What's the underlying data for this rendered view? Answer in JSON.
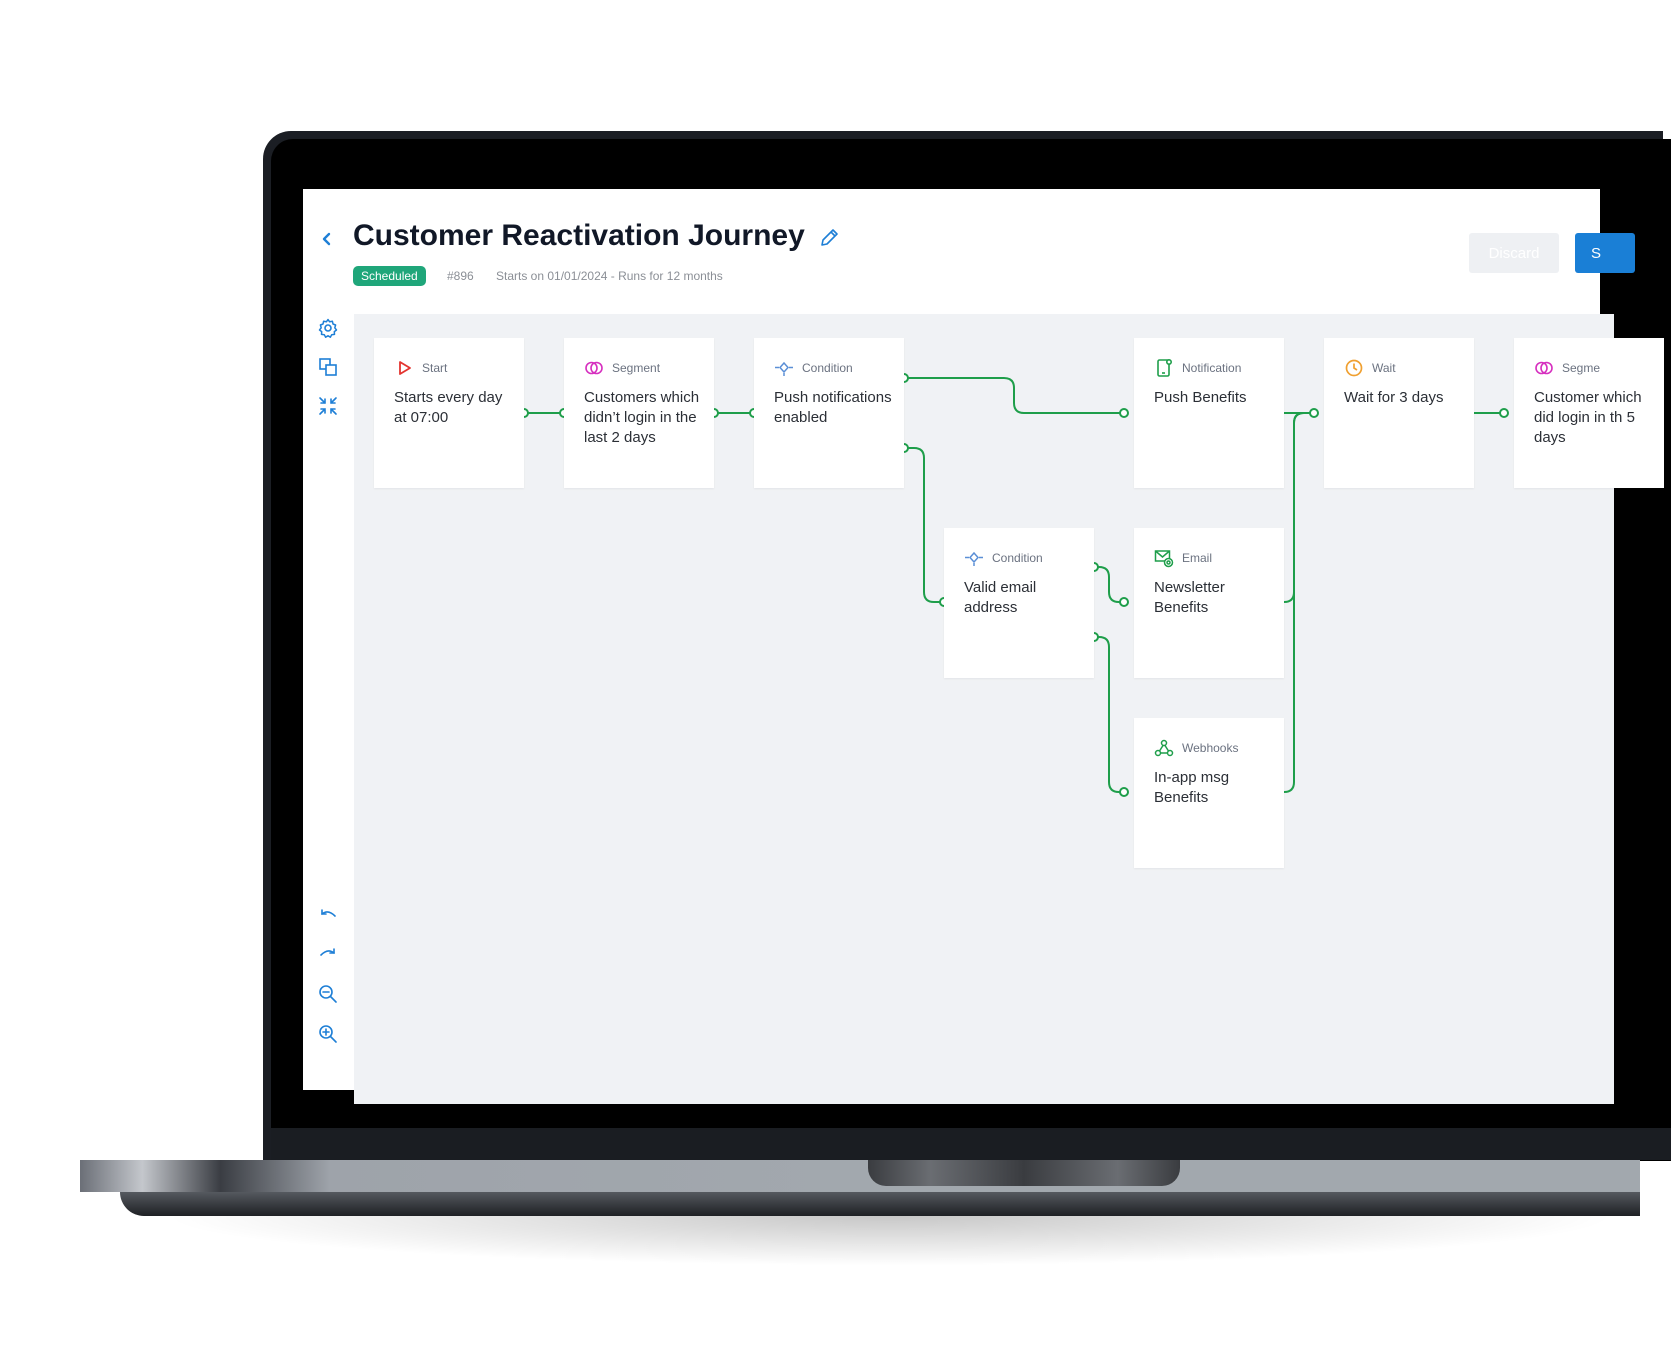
{
  "header": {
    "title": "Customer Reactivation Journey",
    "status": "Scheduled",
    "journey_id": "#896",
    "schedule": "Starts on 01/01/2024 - Runs for 12 months",
    "discard_label": "Discard",
    "save_label": "S"
  },
  "toolbar": {
    "top": [
      "gear-icon",
      "duplicate-icon",
      "collapse-icon"
    ],
    "bottom": [
      "undo-icon",
      "redo-icon",
      "zoom-out-icon",
      "zoom-in-icon"
    ]
  },
  "nodes": [
    {
      "type": "Start",
      "body": "Starts every day at 07:00",
      "icon": "play-icon",
      "color": "#e3342f"
    },
    {
      "type": "Segment",
      "body": "Customers which didn’t login in the last 2 days",
      "icon": "segment-icon",
      "color": "#d62fbf"
    },
    {
      "type": "Condition",
      "body": "Push notifications enabled",
      "icon": "condition-icon",
      "color": "#5b8fd6"
    },
    {
      "type": "Notification",
      "body": "Push Benefits",
      "icon": "phone-icon",
      "color": "#1e9e4a"
    },
    {
      "type": "Wait",
      "body": "Wait for 3 days",
      "icon": "clock-icon",
      "color": "#f0a030"
    },
    {
      "type": "Segme",
      "body": "Customer which did login in th 5 days",
      "icon": "segment-icon",
      "color": "#d62fbf"
    },
    {
      "type": "Condition",
      "body": "Valid email address",
      "icon": "condition-icon",
      "color": "#5b8fd6"
    },
    {
      "type": "Email",
      "body": "Newsletter Benefits",
      "icon": "email-icon",
      "color": "#1e9e4a"
    },
    {
      "type": "Webhooks",
      "body": "In-app msg Benefits",
      "icon": "webhook-icon",
      "color": "#1e9e4a"
    }
  ],
  "colors": {
    "accent": "#1a7fd6",
    "connector": "#1e9e4a",
    "canvas": "#f0f2f5",
    "badge": "#1fa67a"
  }
}
